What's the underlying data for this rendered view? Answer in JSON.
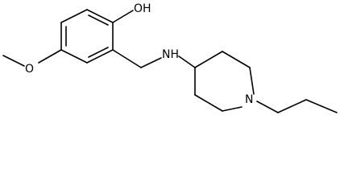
{
  "molecule": {
    "atoms": {
      "hydroxyl": "OH",
      "methoxy_oxygen": "O",
      "amine": "NH",
      "ring_nitrogen": "N"
    }
  }
}
